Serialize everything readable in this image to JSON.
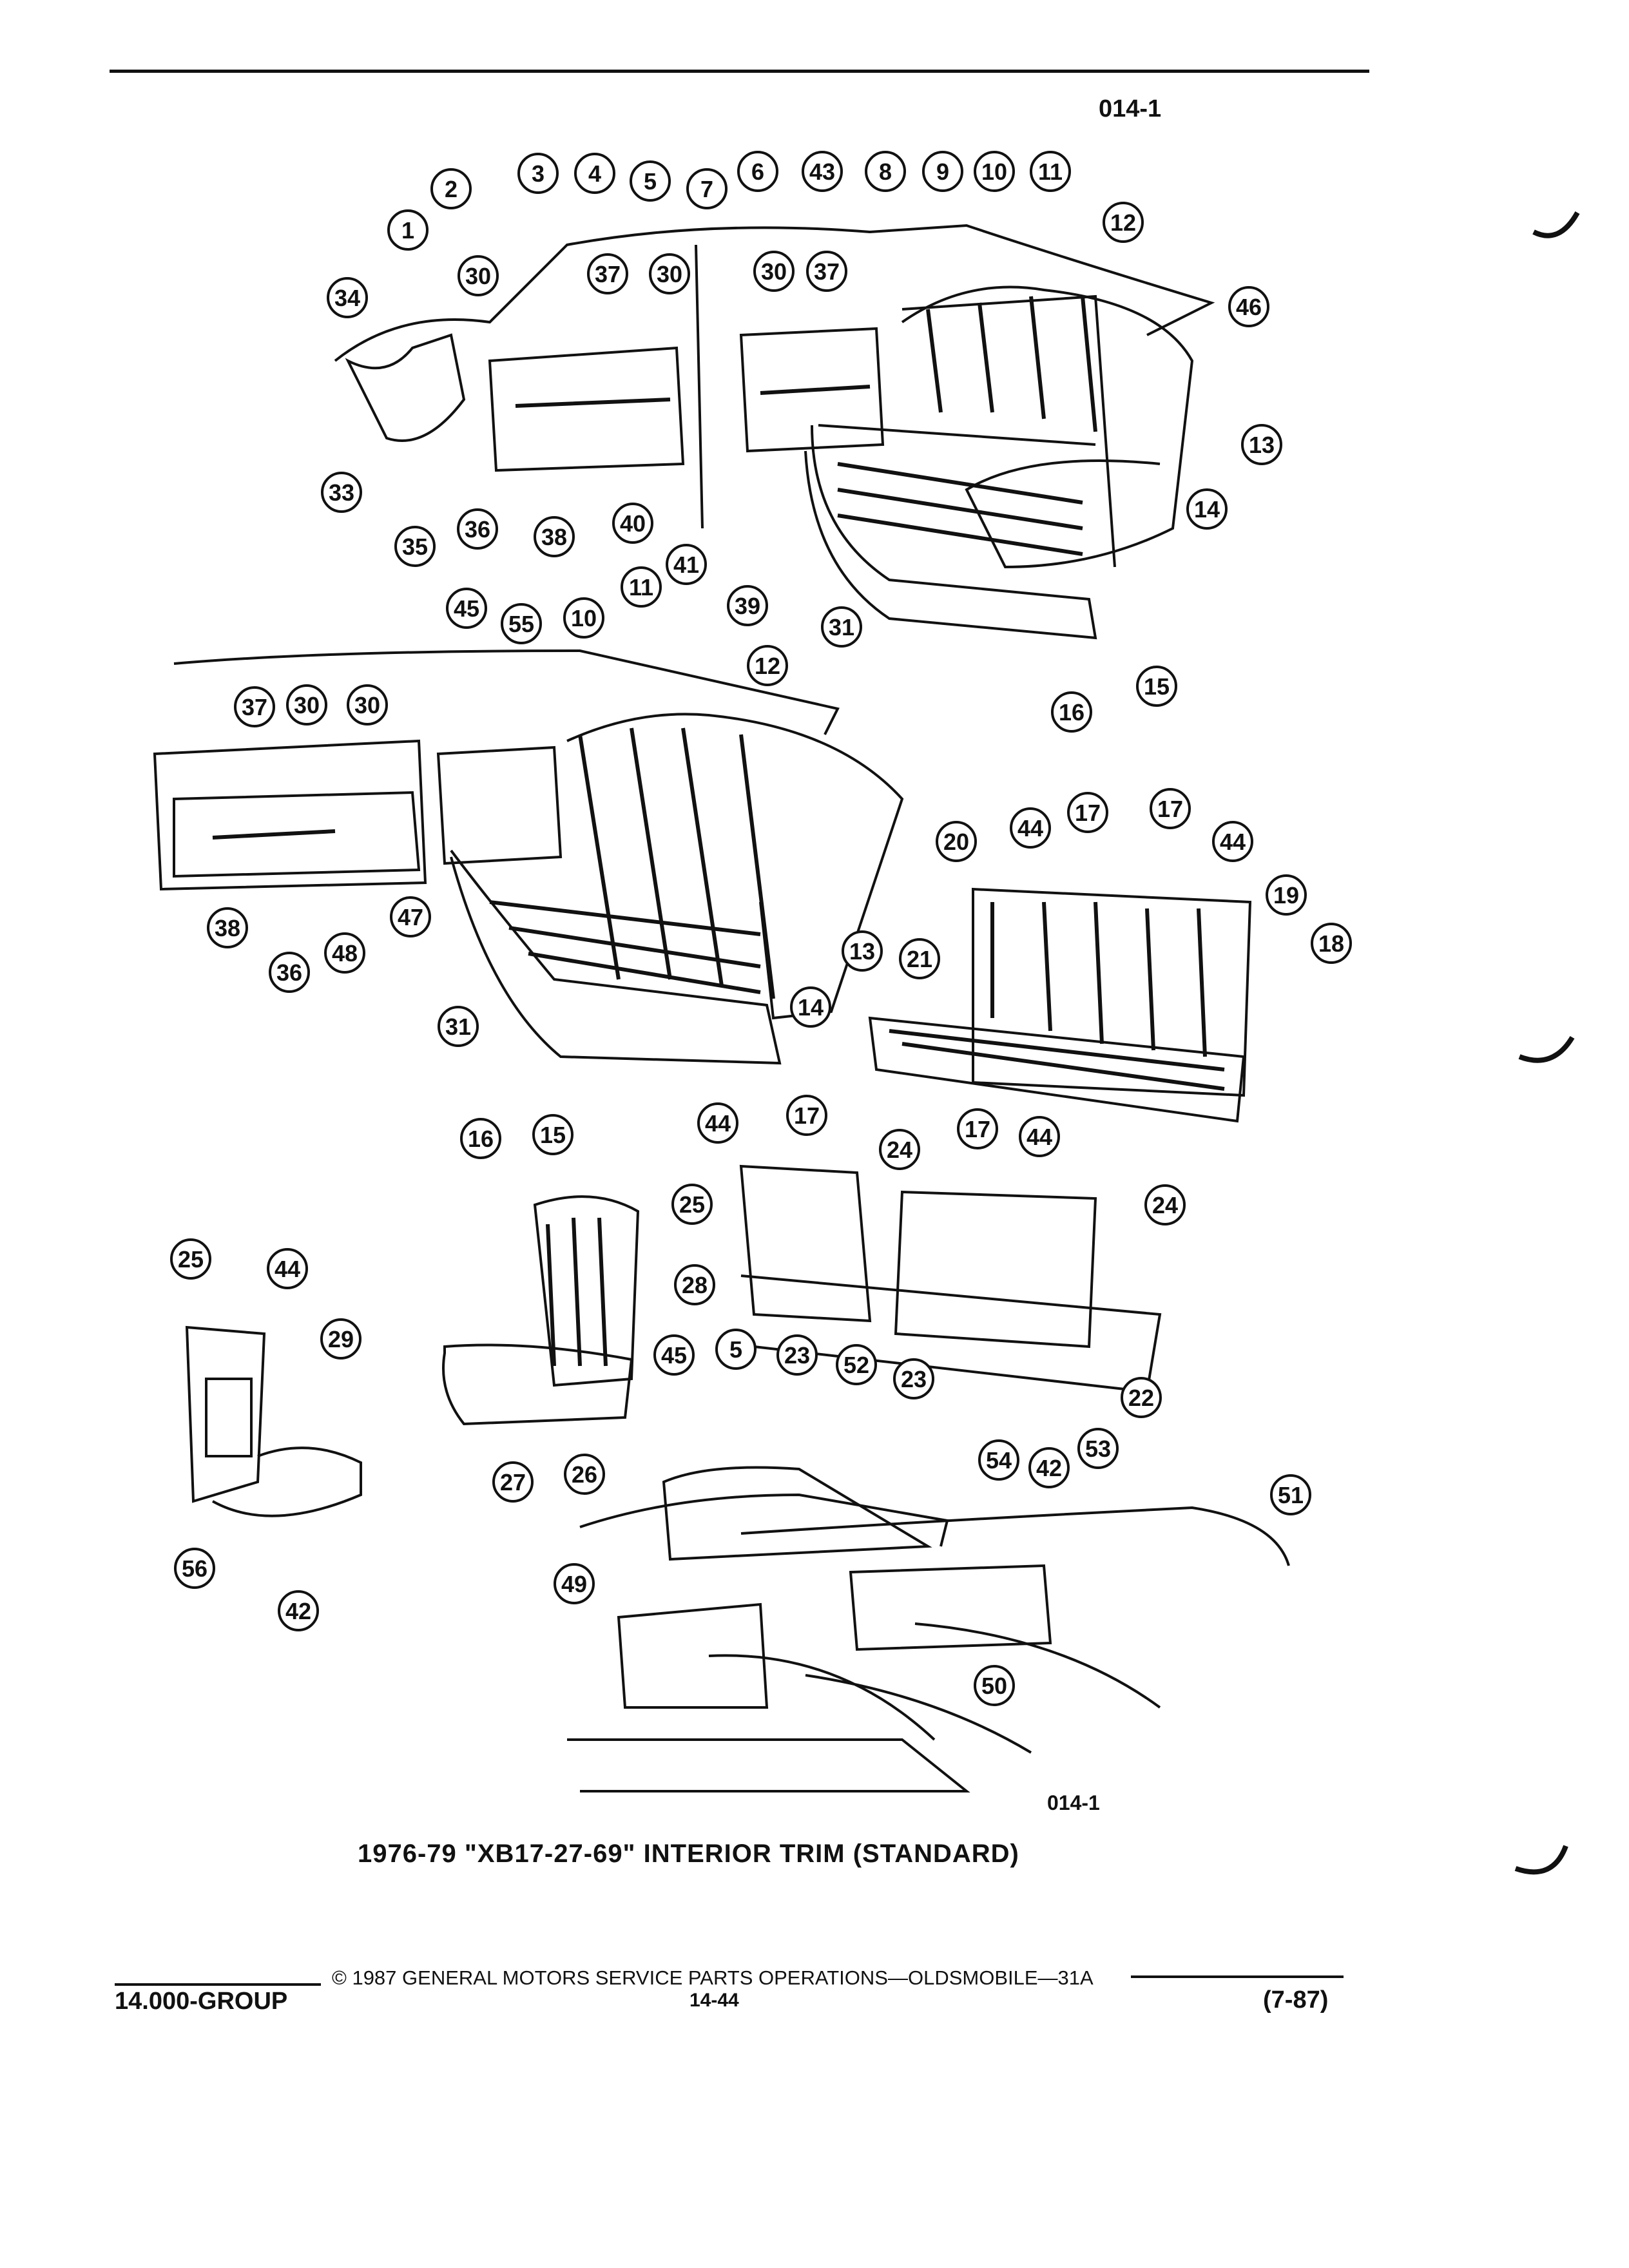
{
  "header": {
    "code": "014-1"
  },
  "diagram": {
    "caption_code": "014-1",
    "title": "1976-79 \"XB17-27-69\" INTERIOR TRIM (STANDARD)",
    "callouts": [
      "1",
      "2",
      "3",
      "4",
      "5",
      "7",
      "6",
      "43",
      "8",
      "9",
      "10",
      "11",
      "12",
      "46",
      "13",
      "14",
      "15",
      "16",
      "30",
      "37",
      "30",
      "30",
      "37",
      "34",
      "33",
      "35",
      "36",
      "38",
      "40",
      "41",
      "39",
      "31",
      "45",
      "55",
      "10",
      "11",
      "12",
      "37",
      "30",
      "30",
      "38",
      "36",
      "48",
      "47",
      "13",
      "14",
      "16",
      "15",
      "31",
      "20",
      "44",
      "17",
      "17",
      "44",
      "19",
      "18",
      "21",
      "44",
      "17",
      "24",
      "17",
      "44",
      "24",
      "25",
      "28",
      "23",
      "23",
      "22",
      "25",
      "44",
      "29",
      "56",
      "42",
      "27",
      "26",
      "45",
      "5",
      "52",
      "54",
      "42",
      "53",
      "51",
      "49",
      "50"
    ]
  },
  "footer": {
    "copyright": "© 1987 GENERAL MOTORS SERVICE PARTS OPERATIONS—OLDSMOBILE—31A",
    "group": "14.000-GROUP",
    "page": "14-44",
    "date": "(7-87)"
  }
}
